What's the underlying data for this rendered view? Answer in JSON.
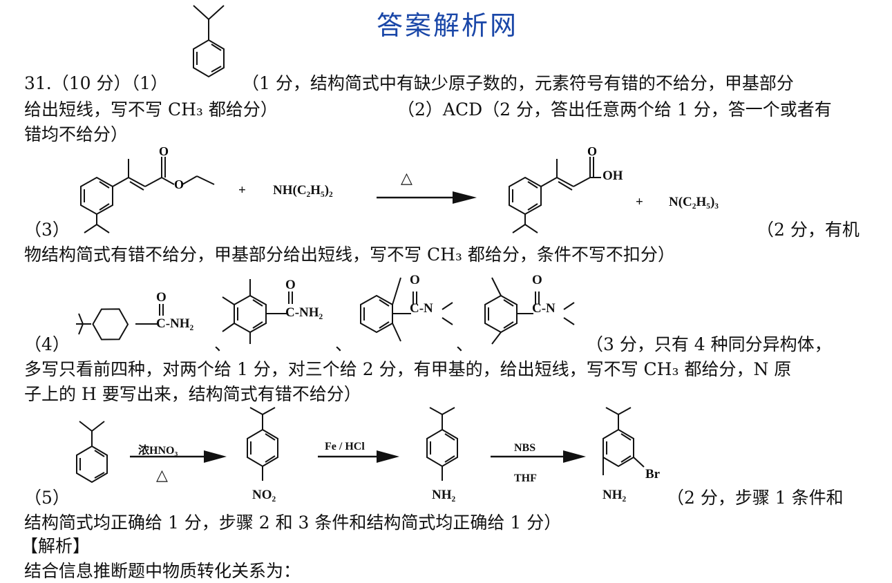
{
  "watermark": "答案解析网",
  "q1": {
    "prefix": "31.（10 分）（1）",
    "note_a": "（1 分，结构简式中有缺少原子数的，元素符号有错的不给分，甲基部分",
    "note_b": "给出短线，写不写 CH₃ 都给分）",
    "q2": "（2）ACD（2 分，答出任意两个给 1 分，答一个或者有",
    "q2_cont": "错均不给分）"
  },
  "q3": {
    "label": "（3）",
    "plus1": "+",
    "reagent": "NH(C₂H₅)₂",
    "condition": "△",
    "oh": "OH",
    "plus2": "+",
    "product2": "N(C₂H₅)₃",
    "note_a": "（2 分，有机",
    "note_b": "物结构简式有错不给分，甲基部分给出短线，写不写 CH₃ 都给分，条件不写不扣分）"
  },
  "q4": {
    "label": "（4）",
    "amide1": "C-NH₂",
    "amide2": "C-NH₂",
    "amide3": "C-N",
    "amide4": "C-N",
    "o": "O",
    "sep": "、",
    "note_a": "（3 分，只有  4  种同分异构体，",
    "note_b": "多写只看前四种，对两个给 1 分，对三个给 2 分，有甲基的，给出短线，写不写 CH₃ 都给分，N 原",
    "note_c": "子上的 H 要写出来，结构简式有错不给分）"
  },
  "q5": {
    "label": "（5）",
    "step1_top": "浓HNO₃",
    "step1_bottom": "△",
    "step2_top": "Fe / HCl",
    "step3_top": "NBS",
    "step3_bottom": "THF",
    "no2": "NO₂",
    "nh2_a": "NH₂",
    "nh2_b": "NH₂",
    "br": "Br",
    "note_a": "（2 分，步骤 1 条件和",
    "note_b": "结构简式均正确给 1 分，步骤 2 和 3 条件和结构简式均正确给 1 分）"
  },
  "analysis": {
    "heading": "【解析】",
    "line1": "结合信息推断题中物质转化关系为："
  }
}
